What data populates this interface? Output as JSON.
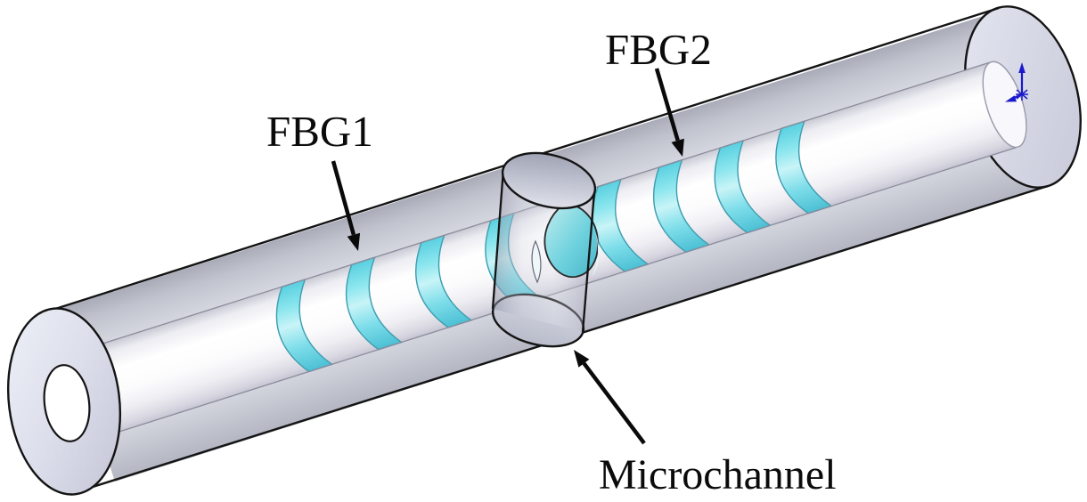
{
  "figure": {
    "labels": {
      "fbg1": "FBG1",
      "fbg2": "FBG2",
      "microchannel": "Microchannel"
    },
    "gratings": {
      "fbg1_band_count": 4,
      "fbg2_band_count": 4
    },
    "colors": {
      "background": "#ffffff",
      "grating_cyan": "#6fd9e8",
      "grating_edge_teal": "#3f9db0",
      "cladding_gray": "#cdced9",
      "core_white": "#ffffff",
      "outline_black": "#141414",
      "origin_marker_blue": "#1a1acc"
    },
    "icons": {
      "origin_marker": "origin-axes-icon"
    }
  }
}
